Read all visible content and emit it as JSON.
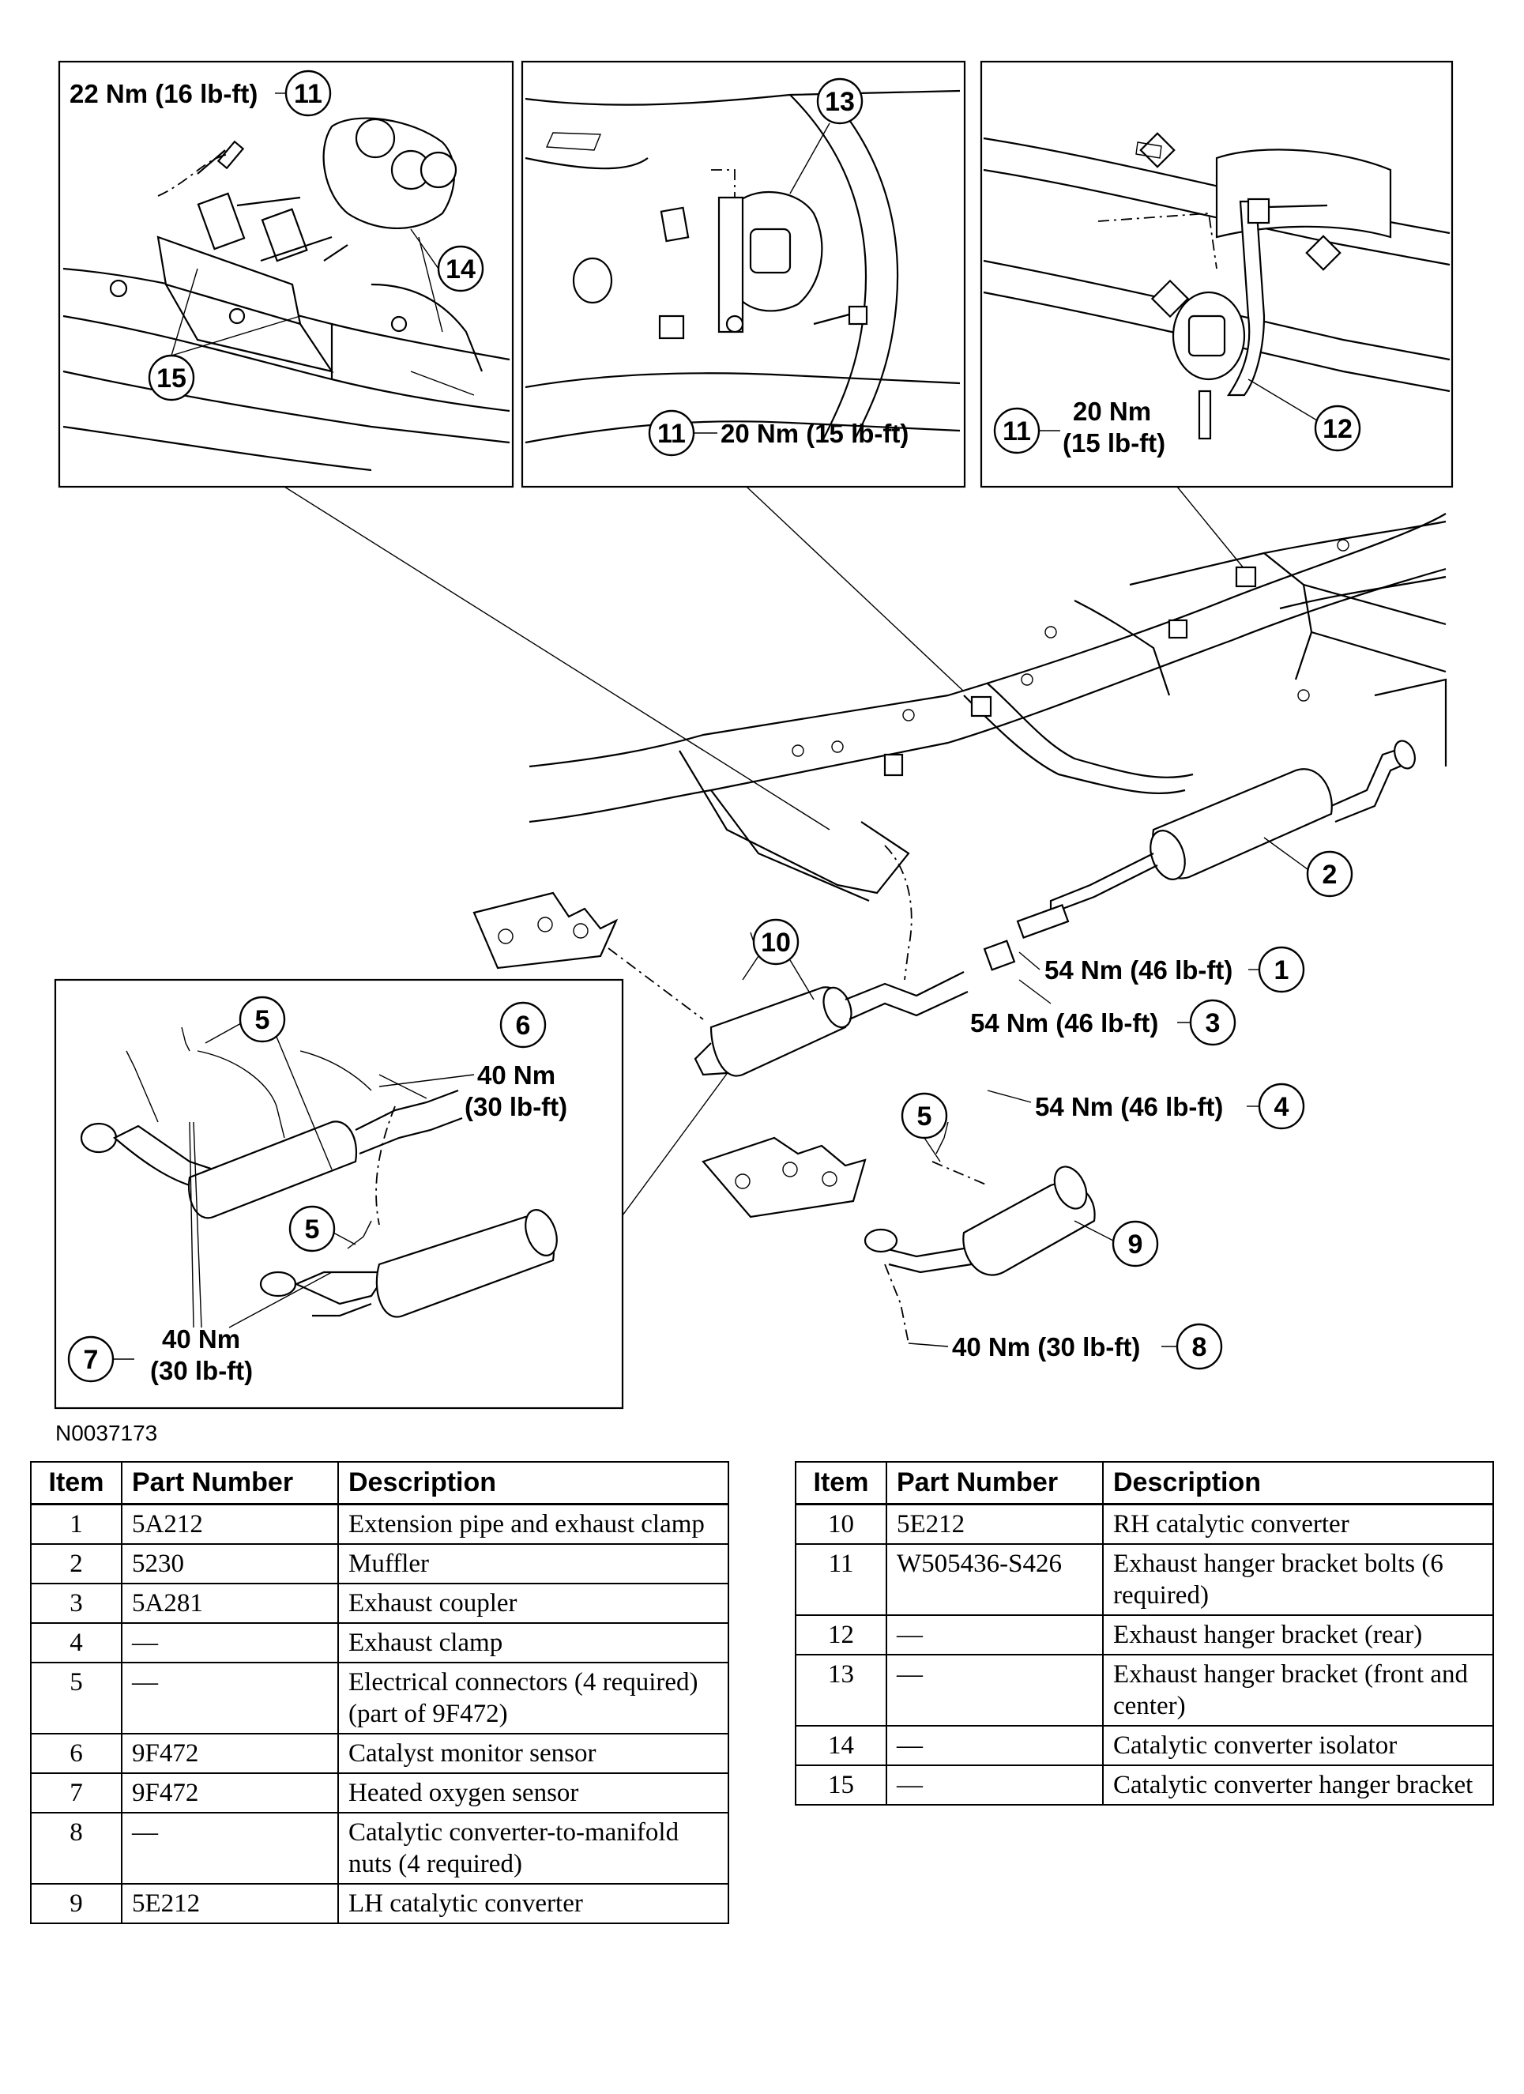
{
  "diagram": {
    "figure_id": "N0037173",
    "inset_top_left": {
      "torque": "22 Nm (16 lb-ft)",
      "callouts": [
        "11",
        "14",
        "15"
      ]
    },
    "inset_top_center": {
      "torque": "20 Nm (15 lb-ft)",
      "callouts": [
        "13",
        "11"
      ]
    },
    "inset_top_right": {
      "torque_line1": "20 Nm",
      "torque_line2": "(15 lb-ft)",
      "callouts": [
        "11",
        "12"
      ]
    },
    "inset_bottom_left": {
      "torque6_line1": "40 Nm",
      "torque6_line2": "(30 lb-ft)",
      "torque7_line1": "40 Nm",
      "torque7_line2": "(30 lb-ft)",
      "callouts": [
        "5",
        "6",
        "5",
        "7"
      ]
    },
    "main": {
      "torque1": "54 Nm (46 lb-ft)",
      "torque3": "54 Nm (46 lb-ft)",
      "torque4": "54 Nm (46 lb-ft)",
      "torque8": "40 Nm (30 lb-ft)",
      "callouts": [
        "1",
        "2",
        "3",
        "4",
        "5",
        "8",
        "9",
        "10"
      ]
    }
  },
  "tables": {
    "headers": {
      "item": "Item",
      "part_number": "Part Number",
      "description": "Description"
    },
    "left_rows": [
      {
        "item": "1",
        "part": "5A212",
        "desc": "Extension pipe and exhaust clamp"
      },
      {
        "item": "2",
        "part": "5230",
        "desc": "Muffler"
      },
      {
        "item": "3",
        "part": "5A281",
        "desc": "Exhaust coupler"
      },
      {
        "item": "4",
        "part": "—",
        "desc": "Exhaust clamp"
      },
      {
        "item": "5",
        "part": "—",
        "desc": "Electrical connectors (4 required) (part of 9F472)"
      },
      {
        "item": "6",
        "part": "9F472",
        "desc": "Catalyst monitor sensor"
      },
      {
        "item": "7",
        "part": "9F472",
        "desc": "Heated oxygen sensor"
      },
      {
        "item": "8",
        "part": "—",
        "desc": "Catalytic converter-to-manifold nuts (4 required)"
      },
      {
        "item": "9",
        "part": "5E212",
        "desc": "LH catalytic converter"
      }
    ],
    "right_rows": [
      {
        "item": "10",
        "part": "5E212",
        "desc": "RH catalytic converter"
      },
      {
        "item": "11",
        "part": "W505436-S426",
        "desc": "Exhaust hanger bracket bolts (6 required)"
      },
      {
        "item": "12",
        "part": "—",
        "desc": "Exhaust hanger bracket (rear)"
      },
      {
        "item": "13",
        "part": "—",
        "desc": "Exhaust hanger bracket (front and center)"
      },
      {
        "item": "14",
        "part": "—",
        "desc": "Catalytic converter isolator"
      },
      {
        "item": "15",
        "part": "—",
        "desc": "Catalytic converter hanger bracket"
      }
    ]
  }
}
